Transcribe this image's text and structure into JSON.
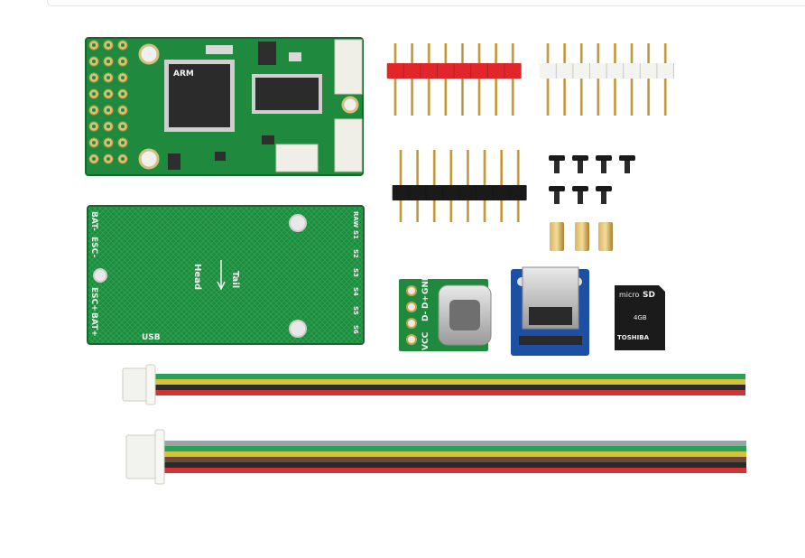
{
  "board_labels": {
    "chip_brand": "ARM",
    "bat_minus": "BAT-",
    "esc_minus": "ESC-",
    "esc_plus": "ESC+",
    "bat_plus": "BAT+",
    "usb": "USB",
    "tail": "Tail",
    "head": "Head",
    "right_pins": [
      "RAW",
      "S1",
      "S2",
      "S3",
      "S4",
      "S5",
      "S6"
    ]
  },
  "usb_module_labels": [
    "VCC",
    "D-",
    "D+",
    "GND"
  ],
  "sd_card": {
    "micro": "micro",
    "sd": "SD",
    "capacity": "4GB",
    "brand": "TOSHIBA"
  },
  "colors": {
    "pcb_green": "#1f8a3e",
    "header_red": "#e0262b",
    "header_white": "#f3f3f0",
    "header_black": "#1a1a1a",
    "pin_gold": "#c9a24a",
    "usb_module_blue": "#1d4fa3"
  }
}
